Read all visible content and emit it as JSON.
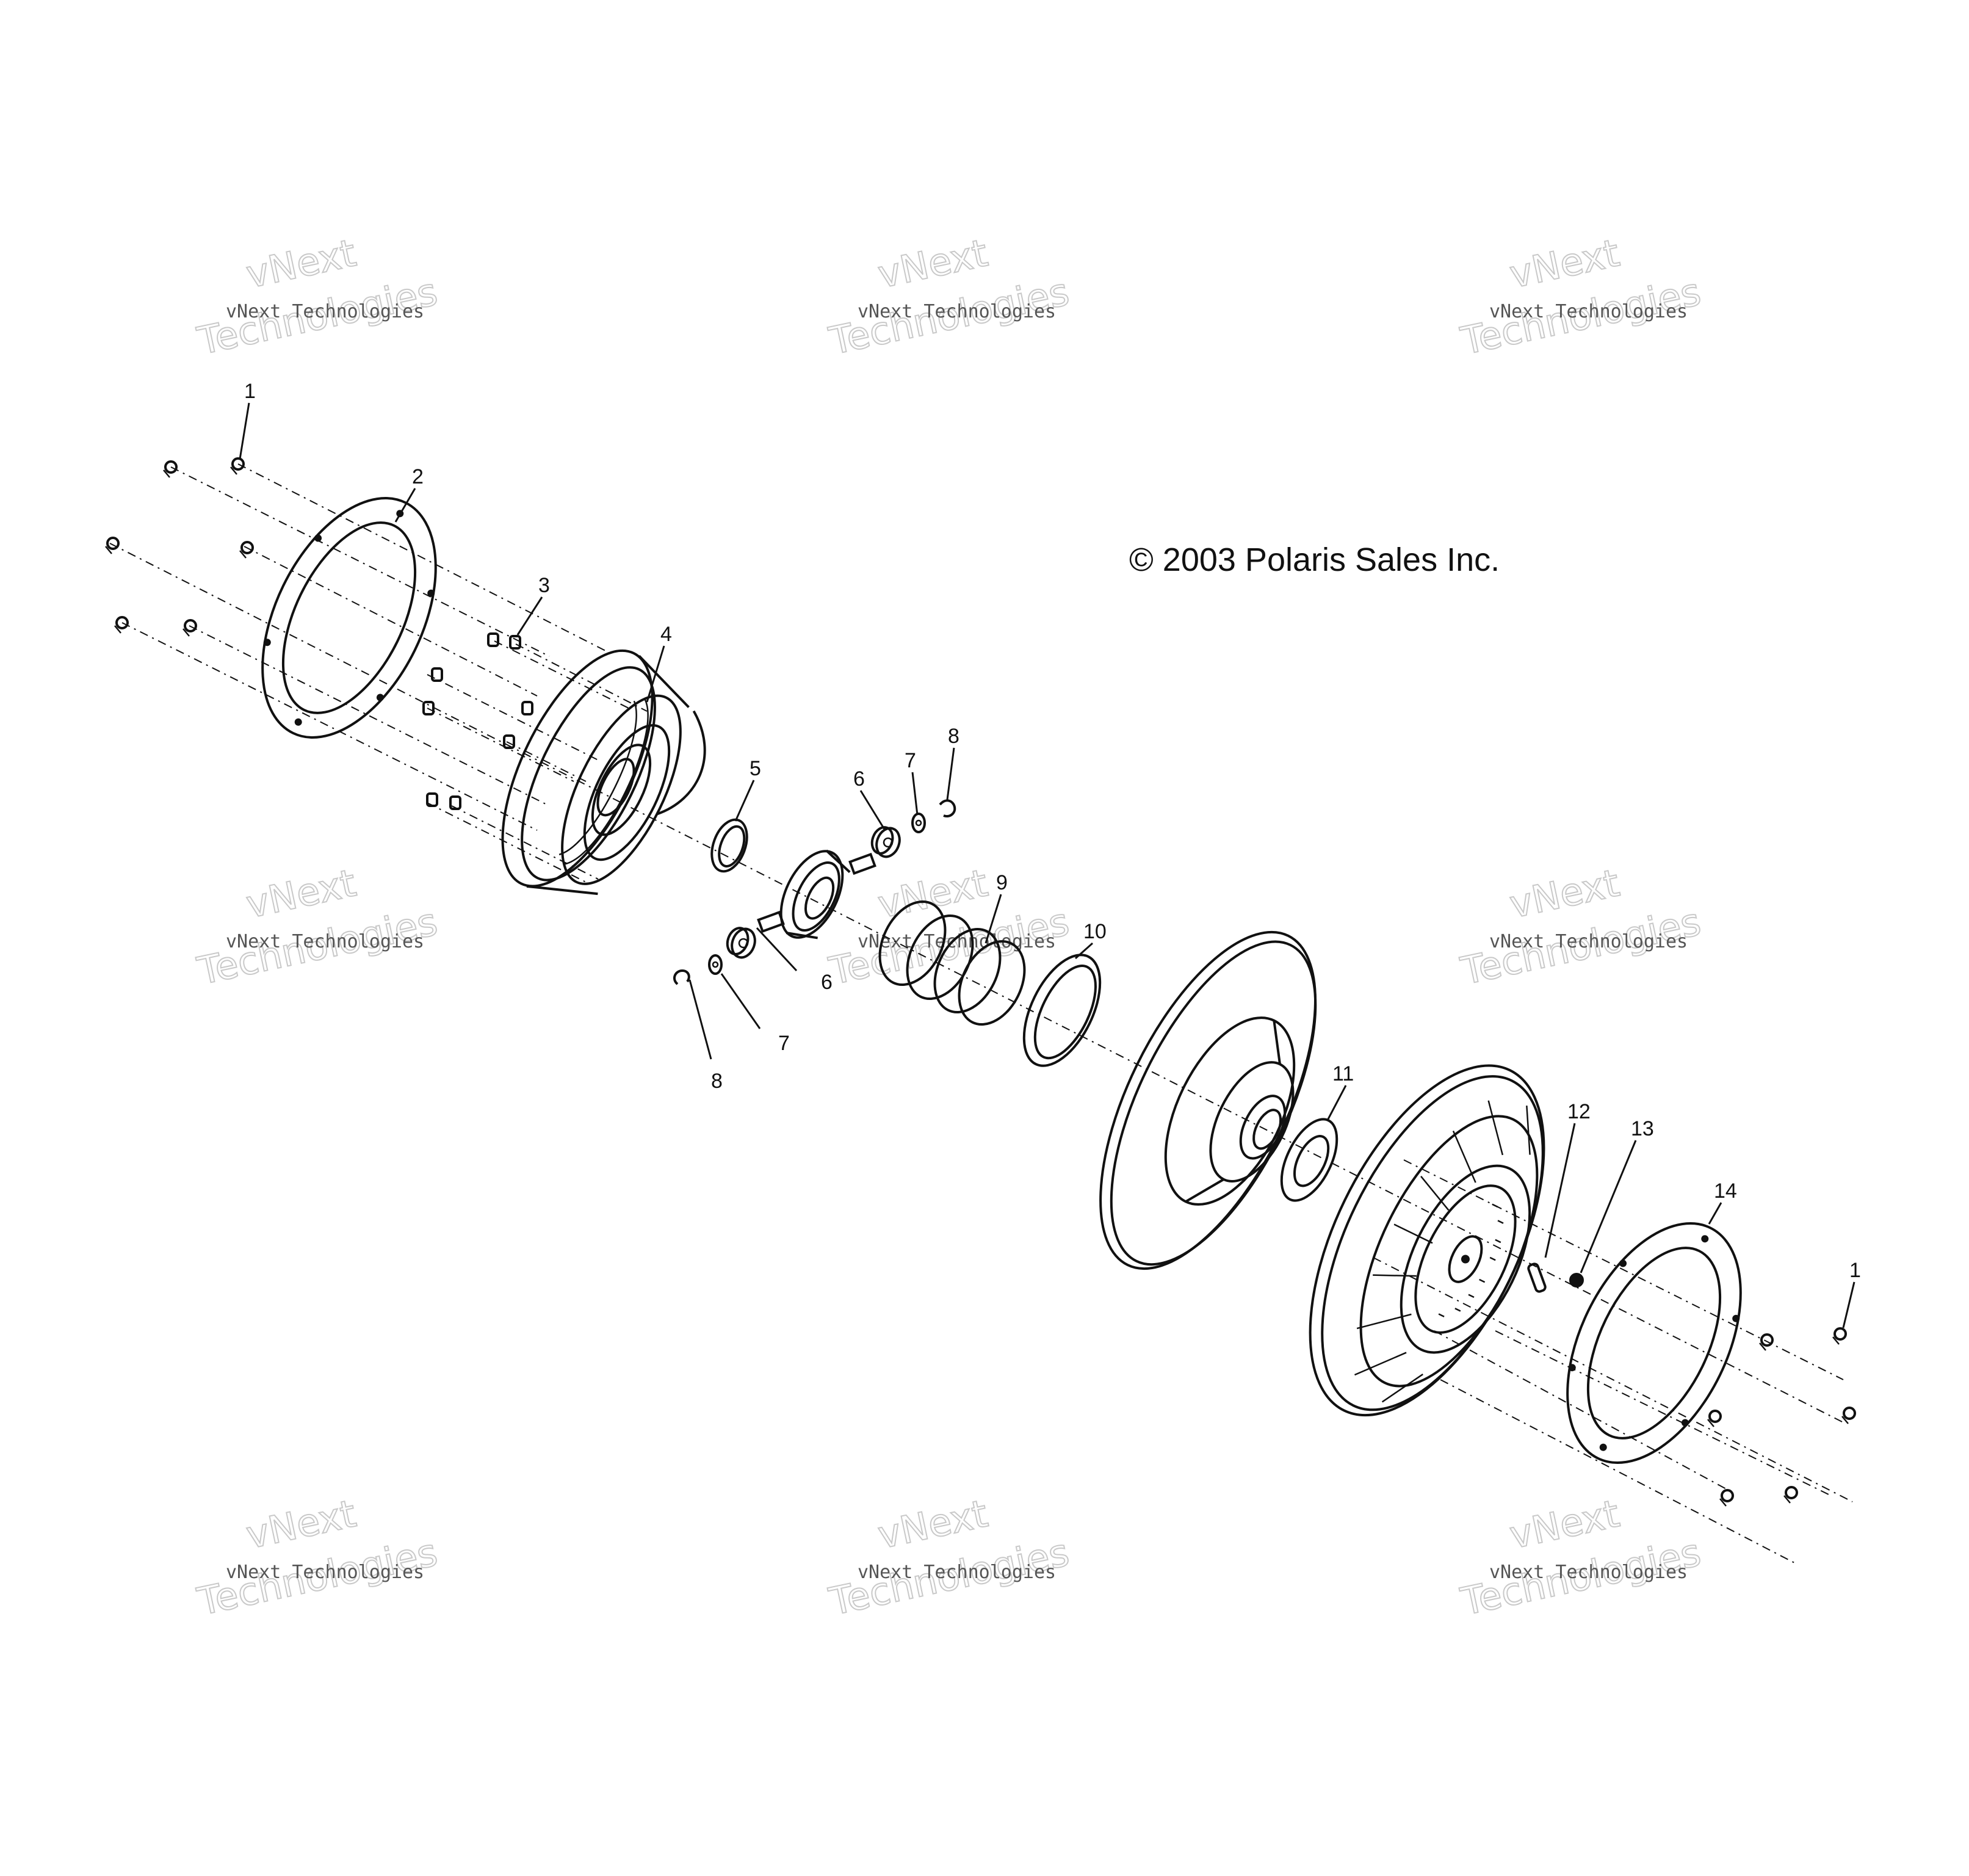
{
  "copyright": "© 2003 Polaris Sales Inc.",
  "watermark": {
    "small": "vNext Technologies",
    "big_top": "vNext",
    "big_bottom": "Technologies"
  },
  "callouts": [
    "1",
    "2",
    "3",
    "4",
    "5",
    "6",
    "7",
    "8",
    "9",
    "10",
    "11",
    "12",
    "13",
    "14"
  ]
}
